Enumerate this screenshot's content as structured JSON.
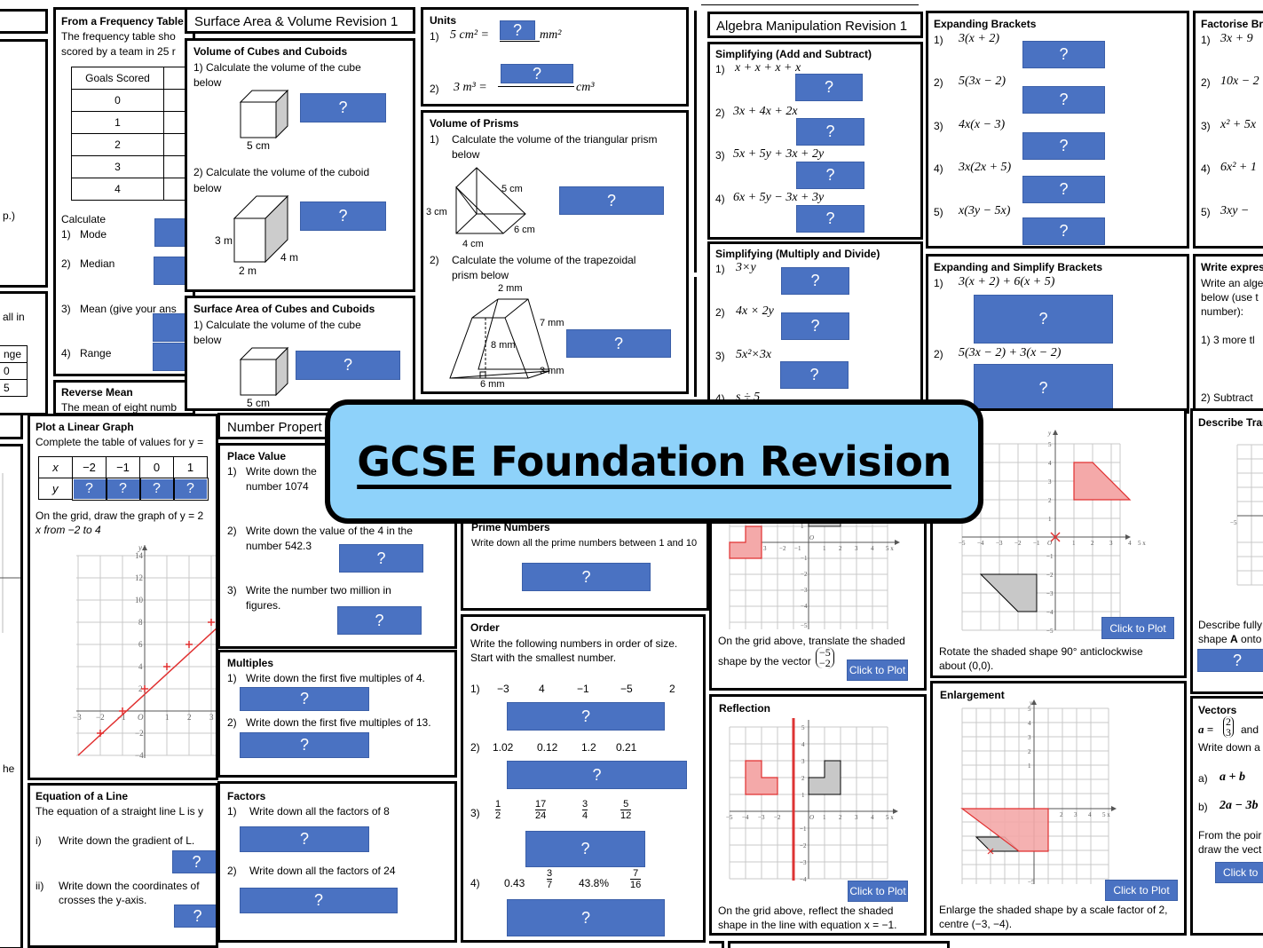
{
  "banner": {
    "title": "GCSE Foundation Revision",
    "bg_color": "#8ed2fa"
  },
  "colors": {
    "answer_box": "#4a72c2",
    "highlight_red": "#e03030",
    "shaded_grey": "#c8c8c8"
  },
  "answer_placeholder": "?",
  "left_edge": {
    "fragment_1": "p.)",
    "fragment_2": "all in",
    "table_fragment": [
      "nge",
      "0",
      "5"
    ],
    "fragment_3": "he"
  },
  "frequency_table": {
    "heading": "From a Frequency Table",
    "intro_line1": "The frequency table sho",
    "intro_line2": "scored by a team in 25 r",
    "column_header": "Goals Scored",
    "rows": [
      "0",
      "1",
      "2",
      "3",
      "4"
    ],
    "calculate_label": "Calculate",
    "questions": [
      {
        "num": "1)",
        "text": "Mode"
      },
      {
        "num": "2)",
        "text": "Median"
      },
      {
        "num": "3)",
        "text": "Mean (give your ans"
      },
      {
        "num": "4)",
        "text": "Range"
      }
    ]
  },
  "reverse_mean": {
    "heading": "Reverse Mean",
    "text": "The mean of eight numb"
  },
  "surface_area_volume": {
    "title": "Surface Area & Volume Revision 1",
    "volume_cubes": {
      "heading": "Volume of Cubes and Cuboids",
      "q1_line1": "1) Calculate the volume of the cube",
      "q1_line2": "below",
      "cube_label": "5 cm",
      "q2_line1": "2) Calculate the volume of the cuboid",
      "q2_line2": "below",
      "cuboid_labels": {
        "height": "3 m",
        "width": "2 m",
        "depth": "4 m"
      }
    },
    "surface_area": {
      "heading": "Surface Area of Cubes and Cuboids",
      "q1_line1": "1) Calculate the volume of the cube",
      "q1_line2": "below",
      "cube_label": "5 cm"
    }
  },
  "units": {
    "heading": "Units",
    "q1": {
      "num": "1)",
      "lhs": "5 cm² =",
      "unit": "mm²"
    },
    "q2": {
      "num": "2)",
      "lhs": "3 m³ =",
      "unit": "cm³"
    }
  },
  "volume_prisms": {
    "heading": "Volume of Prisms",
    "q1_num": "1)",
    "q1_line1": "Calculate the volume of the triangular prism",
    "q1_line2": "below",
    "tri_labels": {
      "height": "3 cm",
      "hyp": "5 cm",
      "base": "4 cm",
      "length": "6 cm"
    },
    "q2_num": "2)",
    "q2_line1": "Calculate the volume of the trapezoidal",
    "q2_line2": "prism below",
    "trap_labels": {
      "top": "2 mm",
      "slant": "7 mm",
      "height": "8 mm",
      "depth": "3 mm",
      "bottom": "6 mm"
    }
  },
  "algebra": {
    "title": "Algebra Manipulation Revision 1",
    "add_subtract": {
      "heading": "Simplifying (Add and Subtract)",
      "items": [
        {
          "num": "1)",
          "expr": "x + x + x + x"
        },
        {
          "num": "2)",
          "expr": "3x + 4x + 2x"
        },
        {
          "num": "3)",
          "expr": "5x + 5y + 3x + 2y"
        },
        {
          "num": "4)",
          "expr": "6x + 5y − 3x + 3y"
        }
      ]
    },
    "multiply_divide": {
      "heading": "Simplifying (Multiply and Divide)",
      "items": [
        {
          "num": "1)",
          "expr": "3×y"
        },
        {
          "num": "2)",
          "expr": "4x × 2y"
        },
        {
          "num": "3)",
          "expr": "5x²×3x"
        },
        {
          "num": "4)",
          "expr": "s ÷ 5"
        }
      ]
    },
    "expanding": {
      "heading": "Expanding Brackets",
      "items": [
        {
          "num": "1)",
          "expr": "3(x + 2)"
        },
        {
          "num": "2)",
          "expr": "5(3x − 2)"
        },
        {
          "num": "3)",
          "expr": "4x(x − 3)"
        },
        {
          "num": "4)",
          "expr": "3x(2x + 5)"
        },
        {
          "num": "5)",
          "expr": "x(3y − 5x)"
        }
      ]
    },
    "expand_simplify": {
      "heading": "Expanding and Simplify Brackets",
      "items": [
        {
          "num": "1)",
          "expr": "3(x + 2) + 6(x + 5)"
        },
        {
          "num": "2)",
          "expr": "5(3x − 2) + 3(x − 2)"
        }
      ]
    },
    "factorise": {
      "heading": "Factorise Bra",
      "items": [
        {
          "num": "1)",
          "expr": "3x + 9"
        },
        {
          "num": "2)",
          "expr": "10x − 2"
        },
        {
          "num": "3)",
          "expr": "x² + 5x"
        },
        {
          "num": "4)",
          "expr": "6x² + 1"
        },
        {
          "num": "5)",
          "expr": "3xy −"
        }
      ]
    },
    "write_expressions": {
      "heading": "Write expres",
      "line1": "Write an alge",
      "line2": "below (use t",
      "line3": "number):",
      "q1": "1)  3 more tl",
      "q2": "2)   Subtract"
    }
  },
  "linear_graph": {
    "heading": "Plot a Linear Graph",
    "intro": "Complete the table of values for y =",
    "x_label": "x",
    "y_label": "y",
    "x_values": [
      "−2",
      "−1",
      "0",
      "1"
    ],
    "instruction_line1": "On the grid, draw the graph of y = 2",
    "instruction_line2": "x from −2 to 4",
    "y_ticks": [
      "14",
      "12",
      "10",
      "8",
      "6",
      "4",
      "2",
      "−2",
      "−4"
    ],
    "x_ticks": [
      "−3",
      "−2",
      "−1",
      "O",
      "1",
      "2",
      "3"
    ]
  },
  "equation_line": {
    "heading": "Equation of a Line",
    "intro": "The equation of a straight line L is y",
    "q1_num": "i)",
    "q1_text": "Write down the gradient of L.",
    "q2_num": "ii)",
    "q2_line1": "Write down the coordinates of",
    "q2_line2": "crosses the y-axis."
  },
  "number_properties": {
    "title": "Number Propert",
    "place_value": {
      "heading": "Place Value",
      "q1_num": "1)",
      "q1_line1": "Write down the",
      "q1_line2": "number 1074",
      "q2_num": "2)",
      "q2_line1": "Write down the value of the 4 in the",
      "q2_line2": "number  542.3",
      "q3_num": "3)",
      "q3_line1": "Write the number two million in",
      "q3_line2": "figures."
    },
    "multiples": {
      "heading": "Multiples",
      "q1": {
        "num": "1)",
        "text": "Write down the first five multiples of 4."
      },
      "q2": {
        "num": "2)",
        "text": "Write down the first five multiples of 13."
      }
    },
    "factors": {
      "heading": "Factors",
      "q1": {
        "num": "1)",
        "text": "Write down all the factors of 8"
      },
      "q2": {
        "num": "2)",
        "text": "Write down all the factors of 24"
      }
    },
    "primes": {
      "heading": "Prime Numbers",
      "text": "Write down all the prime numbers between 1 and 10"
    },
    "order": {
      "heading": "Order",
      "line1": "Write the following numbers in order of size.",
      "line2": "Start with the smallest number.",
      "q1": {
        "num": "1)",
        "values": [
          "−3",
          "4",
          "−1",
          "−5",
          "2"
        ]
      },
      "q2": {
        "num": "2)",
        "values": [
          "1.02",
          "0.12",
          "1.2",
          "0.21"
        ]
      },
      "q3": {
        "num": "3)",
        "fractions": [
          [
            "1",
            "2"
          ],
          [
            "17",
            "24"
          ],
          [
            "3",
            "4"
          ],
          [
            "5",
            "12"
          ]
        ]
      },
      "q4": {
        "num": "4)",
        "values": [
          "0.43",
          "43.8%"
        ],
        "fractions": [
          [
            "3",
            "7"
          ],
          [
            "7",
            "16"
          ]
        ]
      }
    }
  },
  "transformations": {
    "plot_button": "Click to Plot",
    "translation": {
      "line1": "On the grid above, translate the shaded",
      "line2": "shape by the vector",
      "vector": [
        "−5",
        "−2"
      ]
    },
    "rotation": {
      "line1": "Rotate the shaded shape 90° anticlockwise",
      "line2": "about (0,0)."
    },
    "reflection": {
      "heading": "Reflection",
      "line1": "On the grid above, reflect the shaded",
      "line2": "shape in the line with equation x = −1."
    },
    "enlargement": {
      "heading": "Enlargement",
      "line1": "Enlarge the shaded shape by a scale factor of 2,",
      "line2": "centre (−3, −4)."
    },
    "describe": {
      "heading": "Describe Tran",
      "line1": "Describe fully",
      "line2_pre": "shape ",
      "line2_bold": "A",
      "line2_post": " onto"
    },
    "vectors": {
      "heading": "Vectors",
      "a_def": "a =",
      "a_vec": [
        "2",
        "3"
      ],
      "and": "and",
      "write_down": "Write down a",
      "qa": {
        "num": "a)",
        "expr": "a + b"
      },
      "qb": {
        "num": "b)",
        "expr": "2a − 3b"
      },
      "from_line1": "From the poir",
      "from_line2": "draw the vect",
      "button": "Click to"
    }
  }
}
